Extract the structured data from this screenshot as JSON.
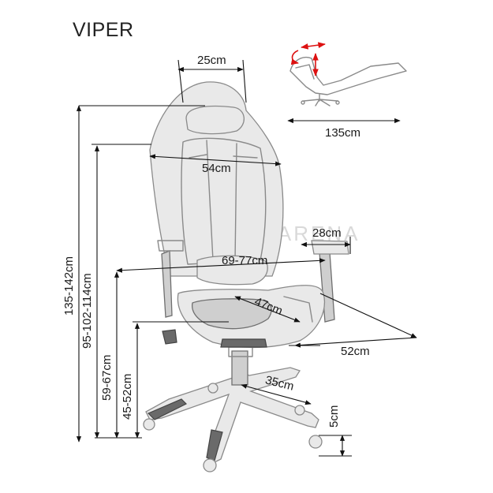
{
  "title": "VIPER",
  "dimensions": {
    "headrest_width": "25cm",
    "total_length_reclined": "135cm",
    "back_width": "54cm",
    "armrest_length": "28cm",
    "seat_height_span": "69-77cm",
    "seat_width": "47cm",
    "seat_depth": "52cm",
    "base_radius": "35cm",
    "wheel_height": "5cm",
    "total_height": "135-142cm",
    "back_height": "95-102-114cm",
    "armrest_height": "59-67cm",
    "seat_height": "45-52cm"
  },
  "watermark": "BALON ARENA",
  "icons": {
    "chair": "gaming-chair-sketch",
    "thumbnail": "reclined-chair-thumbnail"
  }
}
